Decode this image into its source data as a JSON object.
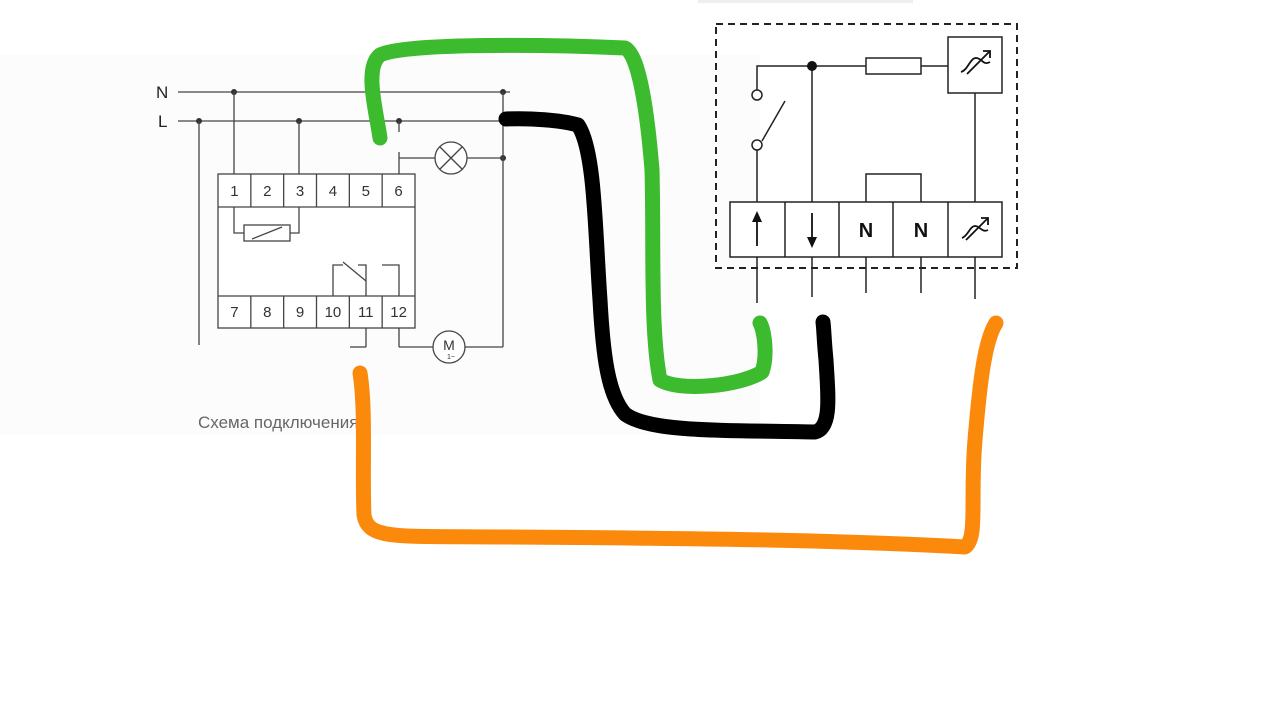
{
  "diagram": {
    "bus_labels": {
      "neutral": "N",
      "line": "L"
    },
    "relay_terminals_top": [
      "1",
      "2",
      "3",
      "4",
      "5",
      "6"
    ],
    "relay_terminals_bottom": [
      "7",
      "8",
      "9",
      "10",
      "11",
      "12"
    ],
    "motor_label": "M",
    "motor_sublabel": "1~",
    "caption": "Схема подключения",
    "sensor_terminals": [
      "↑",
      "↓",
      "N",
      "N",
      "thermistor"
    ],
    "colors": {
      "schematic_line": "#444444",
      "green_wire": "#3dbb2e",
      "black_wire": "#000000",
      "orange_wire": "#fb8a0c",
      "background": "#ffffff"
    }
  }
}
